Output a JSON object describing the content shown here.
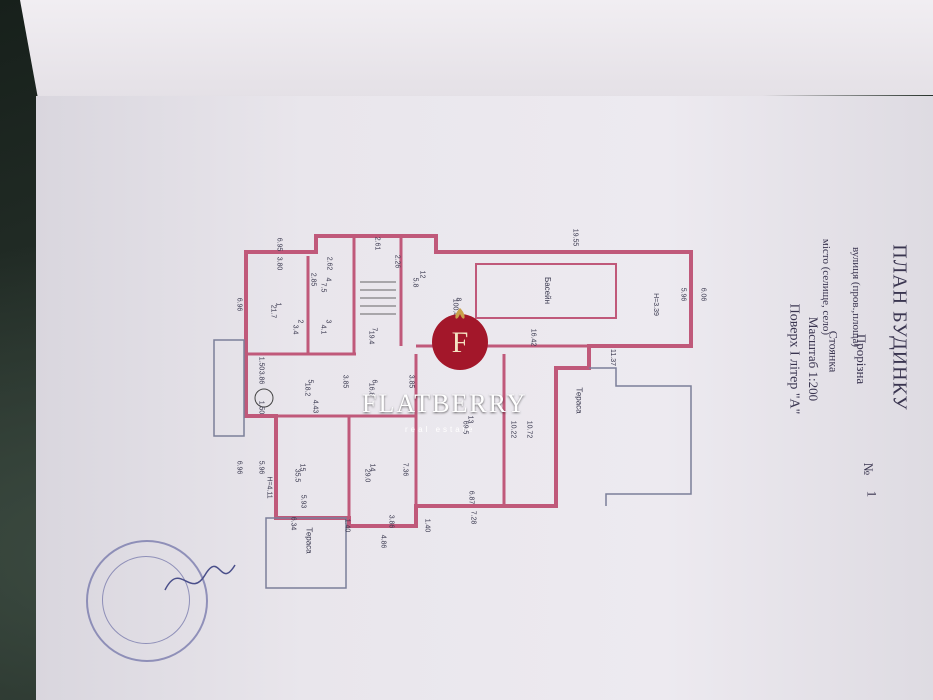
{
  "header": {
    "title": "ПЛАН БУДИНКУ",
    "number_label": "№",
    "number_value": "1",
    "street_label": "вулиця (пров.,площа)",
    "street_value": "Прорізна",
    "city_label": "місто (селище, село)",
    "city_value": "Стоянка",
    "scale": "Масштаб 1:200",
    "floor": "Поверх І літер \"А\""
  },
  "plan": {
    "rooms": [
      {
        "num": "1",
        "area": "21.7"
      },
      {
        "num": "2",
        "area": "3.4"
      },
      {
        "num": "3",
        "area": "4.1"
      },
      {
        "num": "4",
        "area": "7.5"
      },
      {
        "num": "7",
        "area": "19.4"
      },
      {
        "num": "6",
        "area": "16.8"
      },
      {
        "num": "5",
        "area": "18.2"
      },
      {
        "num": "8",
        "area": "100.4"
      },
      {
        "num": "12",
        "area": "5.8"
      },
      {
        "num": "15",
        "area": "35.5"
      },
      {
        "num": "14",
        "area": "29.0"
      },
      {
        "num": "13",
        "area": "69.5"
      }
    ],
    "labels": {
      "pool": "Басейн",
      "terrace1": "Тераса",
      "terrace2": "Тераса",
      "height1": "H=3.39",
      "height2": "H=4.11"
    },
    "dimensions": [
      "6.95",
      "3.80",
      "2.62",
      "2.61",
      "19.55",
      "6.06",
      "5.96",
      "2.26",
      "2.85",
      "6.96",
      "16.42",
      "11.37",
      "1.50",
      "3.86",
      "3.85",
      "3.85",
      "4.43",
      "10.72",
      "10.22",
      "1.50",
      "5.96",
      "6.96",
      "5.93",
      "6.87",
      "6.34",
      "3.86",
      "1.40",
      "7.28",
      "1.40",
      "4.86",
      "7.36"
    ]
  },
  "watermark": {
    "brand": "FLATBERRY",
    "tagline": "real estate"
  }
}
